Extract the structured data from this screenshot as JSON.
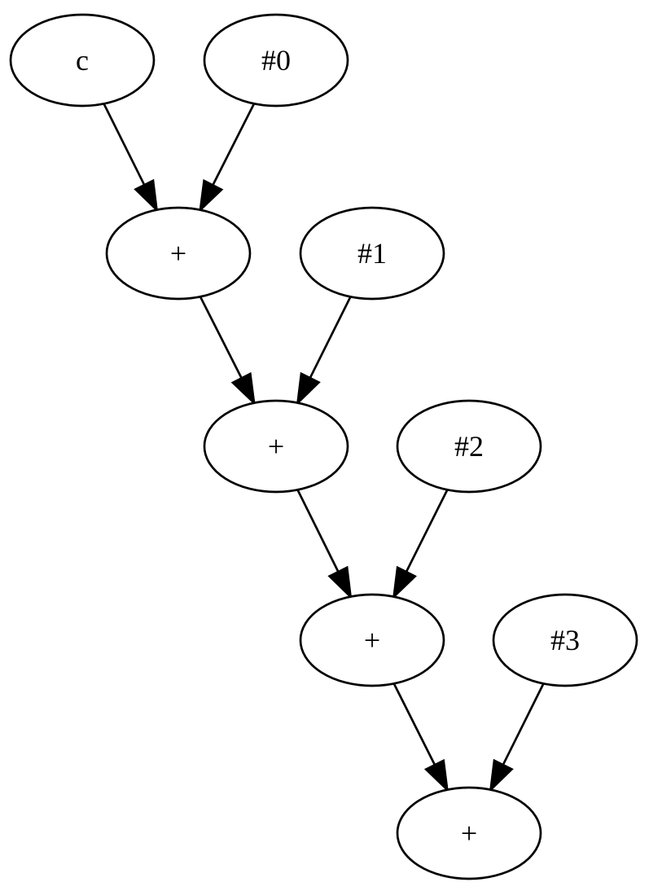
{
  "diagram": {
    "type": "directed-graph",
    "nodes": [
      {
        "id": "c",
        "label": "c"
      },
      {
        "id": "k0",
        "label": "#0"
      },
      {
        "id": "p1",
        "label": "+"
      },
      {
        "id": "k1",
        "label": "#1"
      },
      {
        "id": "p2",
        "label": "+"
      },
      {
        "id": "k2",
        "label": "#2"
      },
      {
        "id": "p3",
        "label": "+"
      },
      {
        "id": "k3",
        "label": "#3"
      },
      {
        "id": "p4",
        "label": "+"
      }
    ],
    "edges": [
      {
        "from": "c",
        "to": "p1"
      },
      {
        "from": "k0",
        "to": "p1"
      },
      {
        "from": "p1",
        "to": "p2"
      },
      {
        "from": "k1",
        "to": "p2"
      },
      {
        "from": "p2",
        "to": "p3"
      },
      {
        "from": "k2",
        "to": "p3"
      },
      {
        "from": "p3",
        "to": "p4"
      },
      {
        "from": "k3",
        "to": "p4"
      }
    ]
  }
}
